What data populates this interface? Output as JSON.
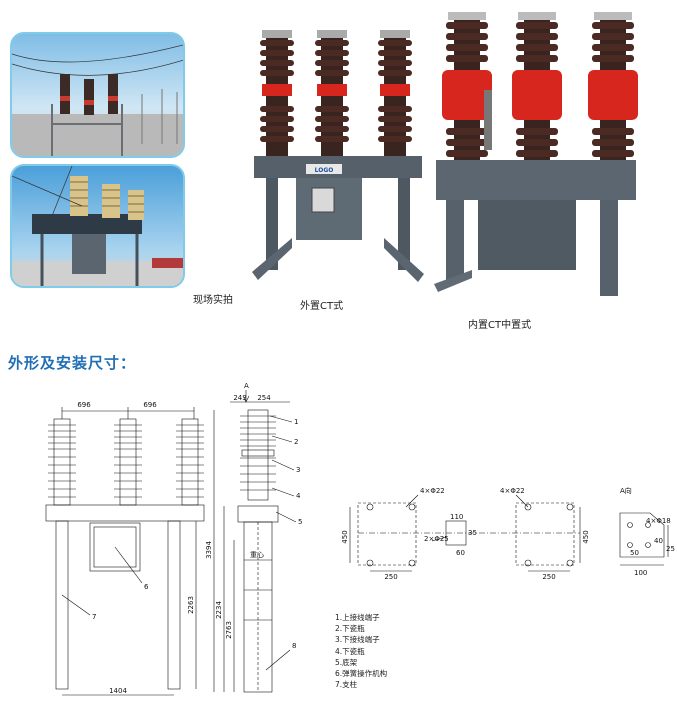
{
  "photos": {
    "site_photo_caption": "现场实拍",
    "external_ct_caption": "外置CT式",
    "internal_ct_caption": "内置CT中置式"
  },
  "section": {
    "title": "外形及安装尺寸："
  },
  "front_view": {
    "top_dim_left": "696",
    "top_dim_right": "696",
    "bottom_dim": "1404",
    "height_total": "2263",
    "callout_6": "6",
    "callout_7": "7"
  },
  "side_view": {
    "view_label": "A",
    "dim_243": "243",
    "dim_254": "254",
    "height_overall": "3394",
    "height_2763": "2763",
    "height_2234": "2234",
    "center_label": "重心",
    "callouts": [
      "1",
      "2",
      "3",
      "4",
      "5",
      "8"
    ]
  },
  "base_plan": {
    "hole_left": "4×Φ22",
    "hole_right": "4×Φ22",
    "width_left": "250",
    "width_right": "250",
    "depth_left": "450",
    "depth_right": "450",
    "mid_110": "110",
    "mid_holes": "2×Φ25",
    "mid_60": "60",
    "mid_35": "35"
  },
  "view_a": {
    "title": "A向",
    "holes": "4×Φ18",
    "d50": "50",
    "d40": "40",
    "d25": "25",
    "d100": "100"
  },
  "legend": [
    "1.上接线端子",
    "2.下瓷瓶",
    "3.下接线端子",
    "4.下瓷瓶",
    "5.底架",
    "6.弹簧操作机构",
    "7.支柱"
  ],
  "colors": {
    "title_blue": "#1f6fb5",
    "card_border": "#7fcbe9",
    "insulator_brown": "#4a2a22",
    "ct_red": "#d7261e",
    "frame_gray": "#55606a"
  }
}
